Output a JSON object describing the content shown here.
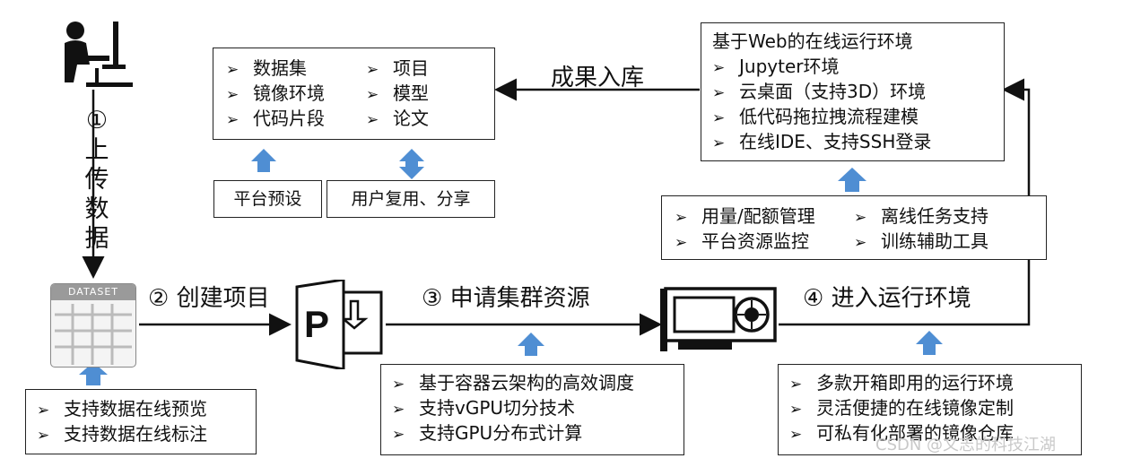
{
  "step1": {
    "circle": "①",
    "chars": [
      "上",
      "传",
      "数",
      "据"
    ]
  },
  "step2": {
    "label": "② 创建项目"
  },
  "step3": {
    "label": "③ 申请集群资源"
  },
  "step4": {
    "label": "④ 进入运行环境"
  },
  "results_label": "成果入库",
  "assets": {
    "col1": [
      "数据集",
      "镜像环境",
      "代码片段"
    ],
    "col2": [
      "项目",
      "模型",
      "论文"
    ]
  },
  "platform_preset": "平台预设",
  "user_share": "用户复用、分享",
  "web_env": {
    "title": "基于Web的在线运行环境",
    "items": [
      "Jupyter环境",
      "云桌面（支持3D）环境",
      "低代码拖拉拽流程建模",
      "在线IDE、支持SSH登录"
    ]
  },
  "mgmt": {
    "col1": [
      "用量/配额管理",
      "平台资源监控"
    ],
    "col2": [
      "离线任务支持",
      "训练辅助工具"
    ]
  },
  "dataset_icon_label": "DATASET",
  "dataset_features": [
    "支持数据在线预览",
    "支持数据在线标注"
  ],
  "scheduling": [
    "基于容器云架构的高效调度",
    "支持vGPU切分技术",
    "支持GPU分布式计算"
  ],
  "env_features": [
    "多款开箱即用的运行环境",
    "灵活便捷的在线镜像定制",
    "可私有化部署的镜像仓库"
  ],
  "bullet": "➢",
  "watermark": "CSDN @文志的科技江湖",
  "colors": {
    "arrow_blue": "#4f8ed3",
    "line": "#111111"
  }
}
